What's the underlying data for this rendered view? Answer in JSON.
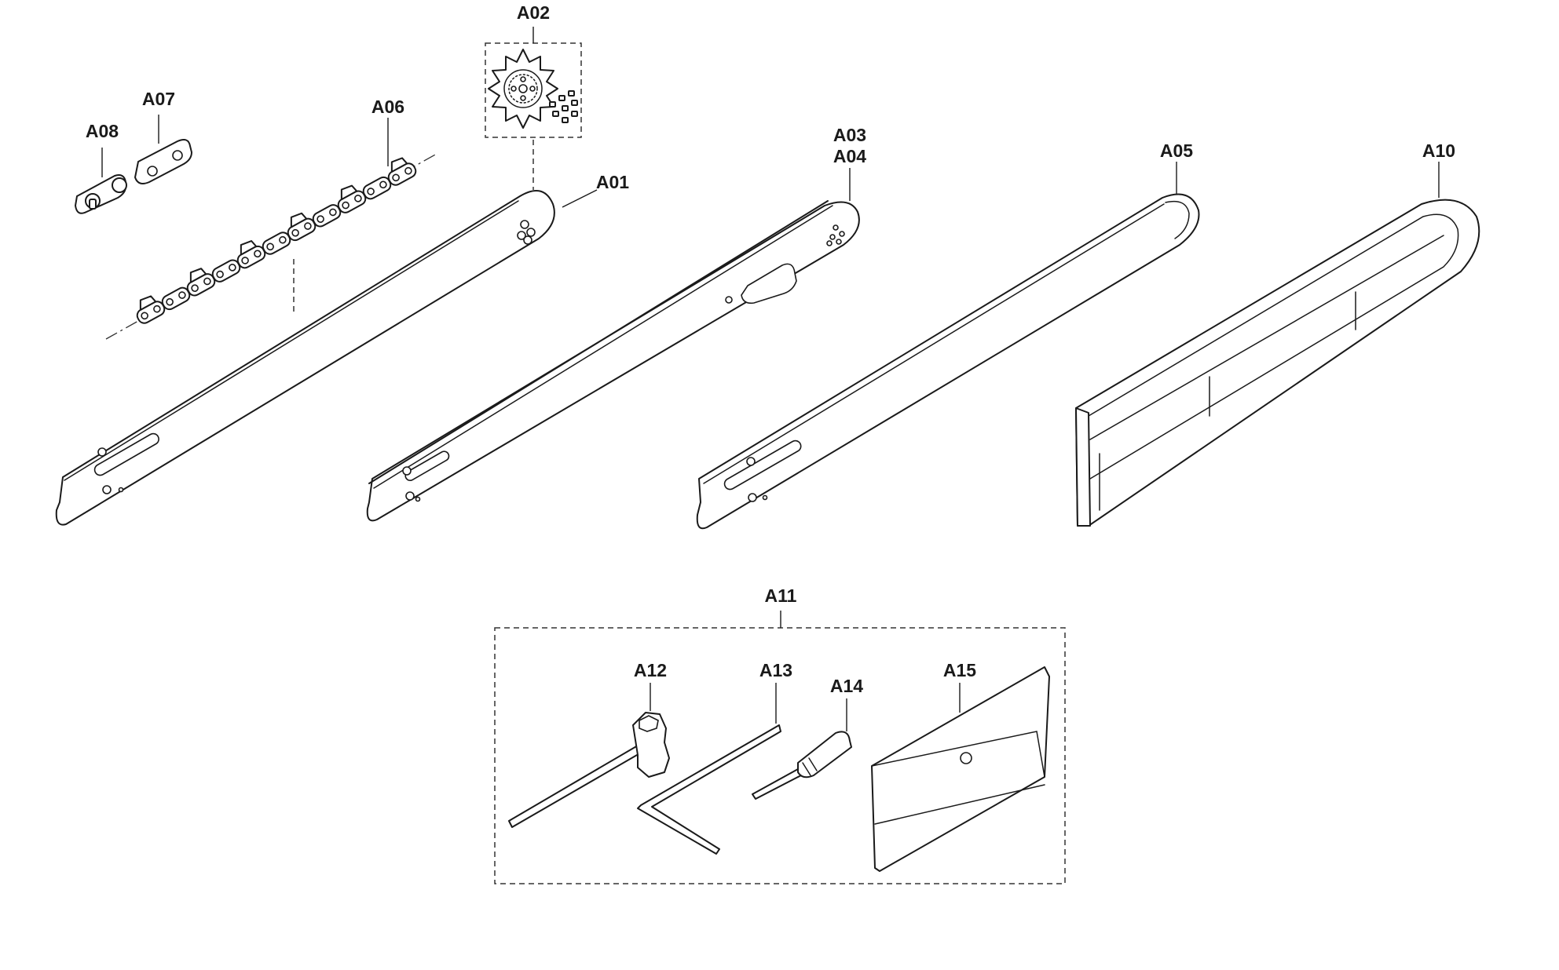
{
  "callouts": {
    "a01": "A01",
    "a02": "A02",
    "a03": "A03",
    "a04": "A04",
    "a05": "A05",
    "a06": "A06",
    "a07": "A07",
    "a08": "A08",
    "a10": "A10",
    "a11": "A11",
    "a12": "A12",
    "a13": "A13",
    "a14": "A14",
    "a15": "A15"
  },
  "colors": {
    "line": "#1a1a1a",
    "background": "#ffffff"
  }
}
